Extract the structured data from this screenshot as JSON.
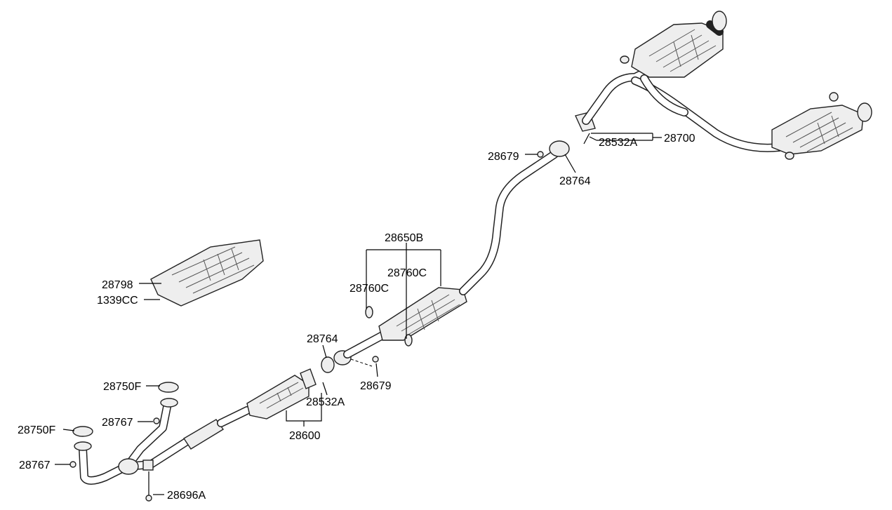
{
  "diagram": {
    "title": "Exhaust system parts diagram",
    "labels": {
      "p28679_rear": "28679",
      "p28764_rear": "28764",
      "p28532A_rear": "28532A",
      "p28700": "28700",
      "p28650B": "28650B",
      "p28760C_a": "28760C",
      "p28760C_b": "28760C",
      "p28798": "28798",
      "p1339CC": "1339CC",
      "p28764_mid": "28764",
      "p28679_mid": "28679",
      "p28750F_a": "28750F",
      "p28532A_front": "28532A",
      "p28767_a": "28767",
      "p28750F_b": "28750F",
      "p28600": "28600",
      "p28767_b": "28767",
      "p28696A": "28696A"
    }
  }
}
